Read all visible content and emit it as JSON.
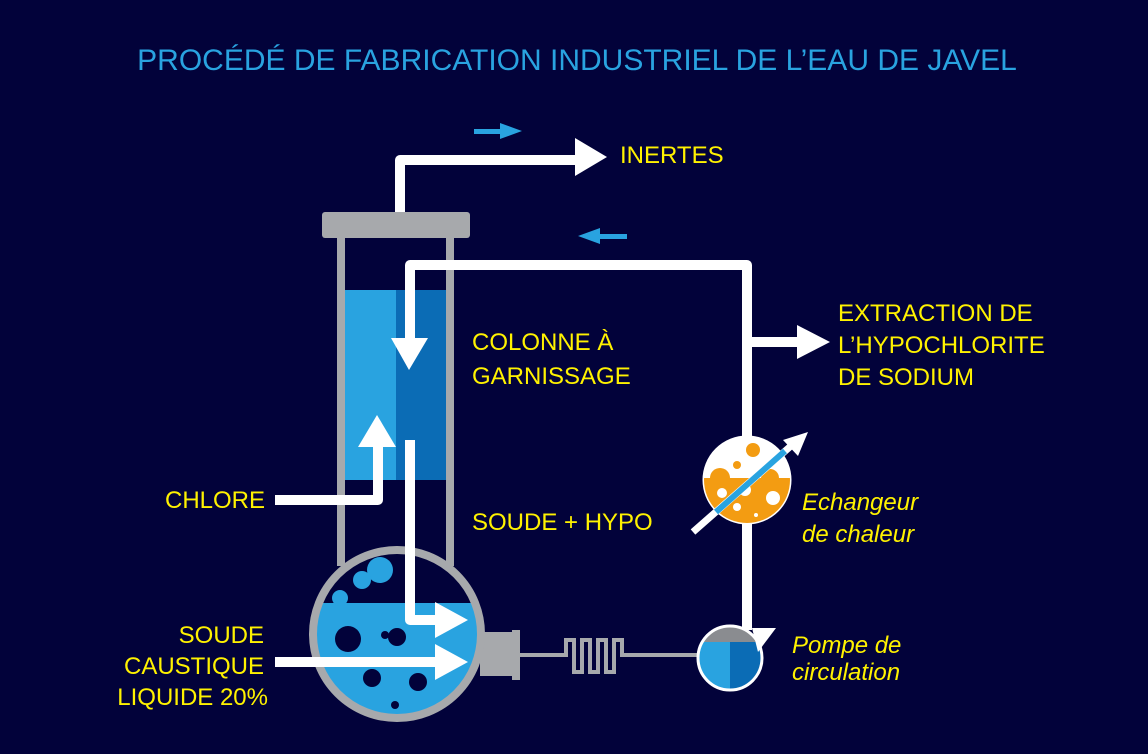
{
  "title": "PROCÉDÉ DE FABRICATION INDUSTRIEL DE L’EAU DE JAVEL",
  "labels": {
    "inertes": "INERTES",
    "colonne": [
      "COLONNE À",
      "GARNISSAGE"
    ],
    "extraction": [
      "EXTRACTION DE",
      "L’HYPOCHLORITE",
      "DE SODIUM"
    ],
    "chlore": "CHLORE",
    "soude_hypo": "SOUDE + HYPO",
    "soude_caustique": [
      "SOUDE",
      "CAUSTIQUE",
      "LIQUIDE 20%"
    ],
    "echangeur": [
      "Echangeur",
      "de chaleur"
    ],
    "pompe": [
      "Pompe de",
      "circulation"
    ]
  },
  "colors": {
    "background": "#02023a",
    "title": "#29a3e0",
    "label": "#fff200",
    "liquid_light": "#29a3e0",
    "liquid_dark": "#0b6cb5",
    "equipment": "#a7a9ac",
    "heat": "#f39c12"
  }
}
